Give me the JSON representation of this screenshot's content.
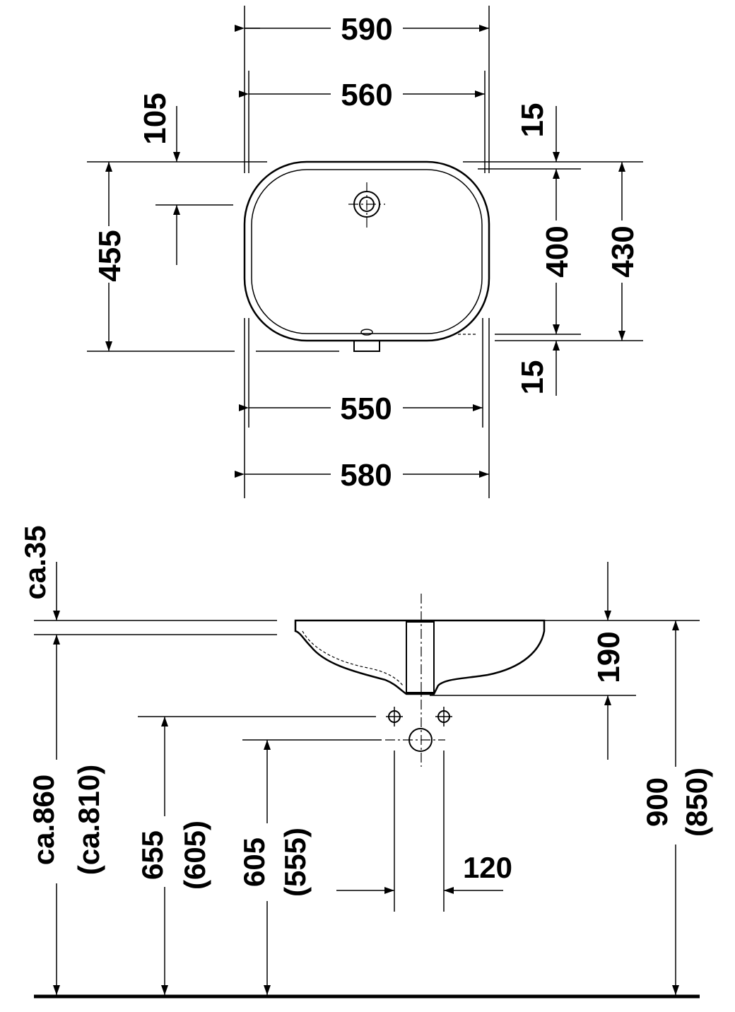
{
  "top_view": {
    "width_outer_top": "590",
    "width_inner_top": "560",
    "offset_left": "105",
    "offset_right_top": "15",
    "depth_outer_left": "455",
    "depth_inner": "400",
    "depth_outer_right": "430",
    "offset_right_bottom": "15",
    "width_inner_bottom": "550",
    "width_outer_bottom": "580"
  },
  "side_view": {
    "rim_thickness": "ca.35",
    "rim_height": "ca.860",
    "rim_height_alt": "(ca.810)",
    "waste_height": "655",
    "waste_height_alt": "(605)",
    "trap_height": "605",
    "trap_height_alt": "(555)",
    "trap_spacing": "120",
    "bowl_depth": "190",
    "counter_height": "900",
    "counter_height_alt": "(850)"
  }
}
